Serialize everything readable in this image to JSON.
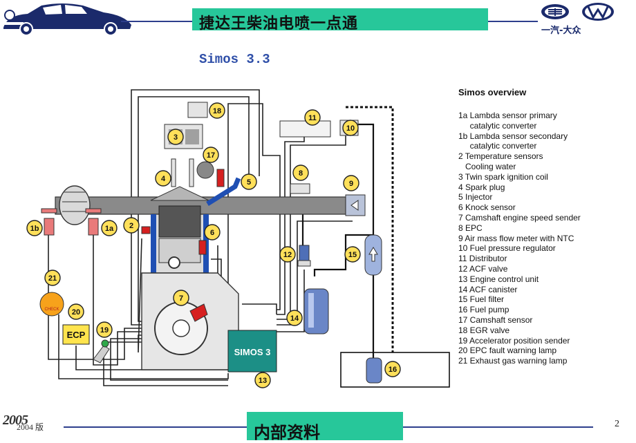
{
  "header": {
    "title": "捷达王柴油电喷一点通",
    "brand_text": "一汽-大众",
    "rule_color": "#2d3e8c",
    "title_bg": "#27c79a"
  },
  "subtitle": "Simos 3.3",
  "diagram": {
    "ecu_label": "SIMOS 3",
    "ecp_label": "ECP",
    "check_label": "CHECK",
    "callouts": [
      "1a",
      "1b",
      "2",
      "3",
      "4",
      "5",
      "6",
      "7",
      "8",
      "9",
      "10",
      "11",
      "12",
      "13",
      "14",
      "15",
      "16",
      "17",
      "18",
      "19",
      "20",
      "21"
    ]
  },
  "legend": {
    "title": "Simos overview",
    "items": [
      "1a Lambda sensor primary",
      "     catalytic converter",
      "1b Lambda sensor secondary",
      "     catalytic converter",
      "2 Temperature sensors",
      "   Cooling water",
      "3 Twin spark ignition coil",
      "4 Spark plug",
      "5 Injector",
      "6 Knock sensor",
      "7 Camshaft engine speed sender",
      "8 EPC",
      "9 Air mass flow meter with NTC",
      "10 Fuel pressure regulator",
      "11 Distributor",
      "12 ACF valve",
      "13 Engine control unit",
      "14 ACF canister",
      "15 Fuel filter",
      "16 Fuel pump",
      "17 Camshaft sensor",
      "18 EGR valve",
      "19 Accelerator position sender",
      "20 EPC fault warning lamp",
      "21 Exhaust gas warning lamp"
    ]
  },
  "footer": {
    "year": "2005",
    "edition": "2004 版",
    "label": "内部资料",
    "page": "2"
  },
  "icons": [
    "car-logo-icon",
    "faw-logo-icon",
    "vw-logo-icon"
  ]
}
